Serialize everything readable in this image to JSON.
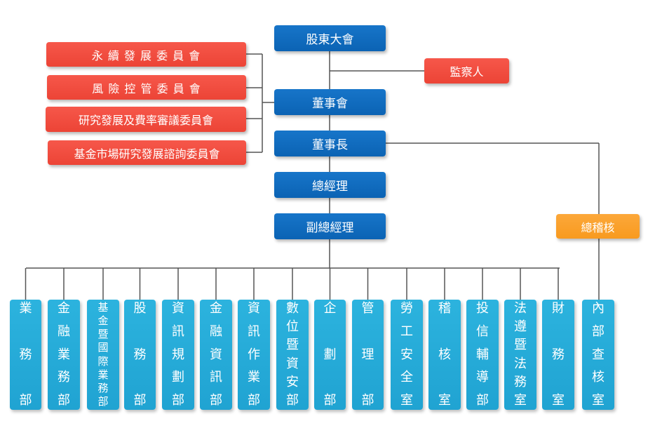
{
  "top": {
    "shareholders": "股東大會",
    "supervisor": "監察人",
    "board": "董事會",
    "chairman": "董事長",
    "gm": "總經理",
    "vgm": "副總經理",
    "chief_auditor": "總稽核"
  },
  "committees": [
    "永 續 發 展 委 員 會",
    "風 險 控 管 委 員 會",
    "研究發展及費率審議委員會",
    "基金市場研究發展諮詢委員會"
  ],
  "departments": [
    {
      "name": "業務部",
      "chars": [
        "業",
        "",
        "務",
        "",
        "部"
      ]
    },
    {
      "name": "金融業務部",
      "chars": [
        "金",
        "融",
        "業",
        "務",
        "部"
      ]
    },
    {
      "name": "基金暨國際業務部",
      "chars": [
        "基",
        "金",
        "暨",
        "國",
        "際",
        "業",
        "務",
        "部"
      ]
    },
    {
      "name": "股務部",
      "chars": [
        "股",
        "",
        "務",
        "",
        "部"
      ]
    },
    {
      "name": "資訊規劃部",
      "chars": [
        "資",
        "訊",
        "規",
        "劃",
        "部"
      ]
    },
    {
      "name": "金融資訊部",
      "chars": [
        "金",
        "融",
        "資",
        "訊",
        "部"
      ]
    },
    {
      "name": "資訊作業部",
      "chars": [
        "資",
        "訊",
        "作",
        "業",
        "部"
      ]
    },
    {
      "name": "數位暨資安部",
      "chars": [
        "數",
        "位",
        "暨",
        "資",
        "安",
        "部"
      ]
    },
    {
      "name": "企劃部",
      "chars": [
        "企",
        "",
        "劃",
        "",
        "部"
      ]
    },
    {
      "name": "管理部",
      "chars": [
        "管",
        "",
        "理",
        "",
        "部"
      ]
    },
    {
      "name": "勞工安全室",
      "chars": [
        "勞",
        "工",
        "安",
        "全",
        "室"
      ]
    },
    {
      "name": "稽核室",
      "chars": [
        "稽",
        "",
        "核",
        "",
        "室"
      ]
    },
    {
      "name": "投信輔導部",
      "chars": [
        "投",
        "信",
        "輔",
        "導",
        "部"
      ]
    },
    {
      "name": "法遵暨法務室",
      "chars": [
        "法",
        "遵",
        "暨",
        "法",
        "務",
        "室"
      ]
    },
    {
      "name": "財務室",
      "chars": [
        "財",
        "",
        "務",
        "",
        "室"
      ]
    },
    {
      "name": "內部查核室",
      "chars": [
        "內",
        "部",
        "查",
        "核",
        "室"
      ]
    }
  ],
  "colors": {
    "main_box": "#0b63b4",
    "committee_box": "#ec4436",
    "audit_box": "#f89a1f",
    "dept_box": "#20a3d2",
    "line": "#555555"
  }
}
